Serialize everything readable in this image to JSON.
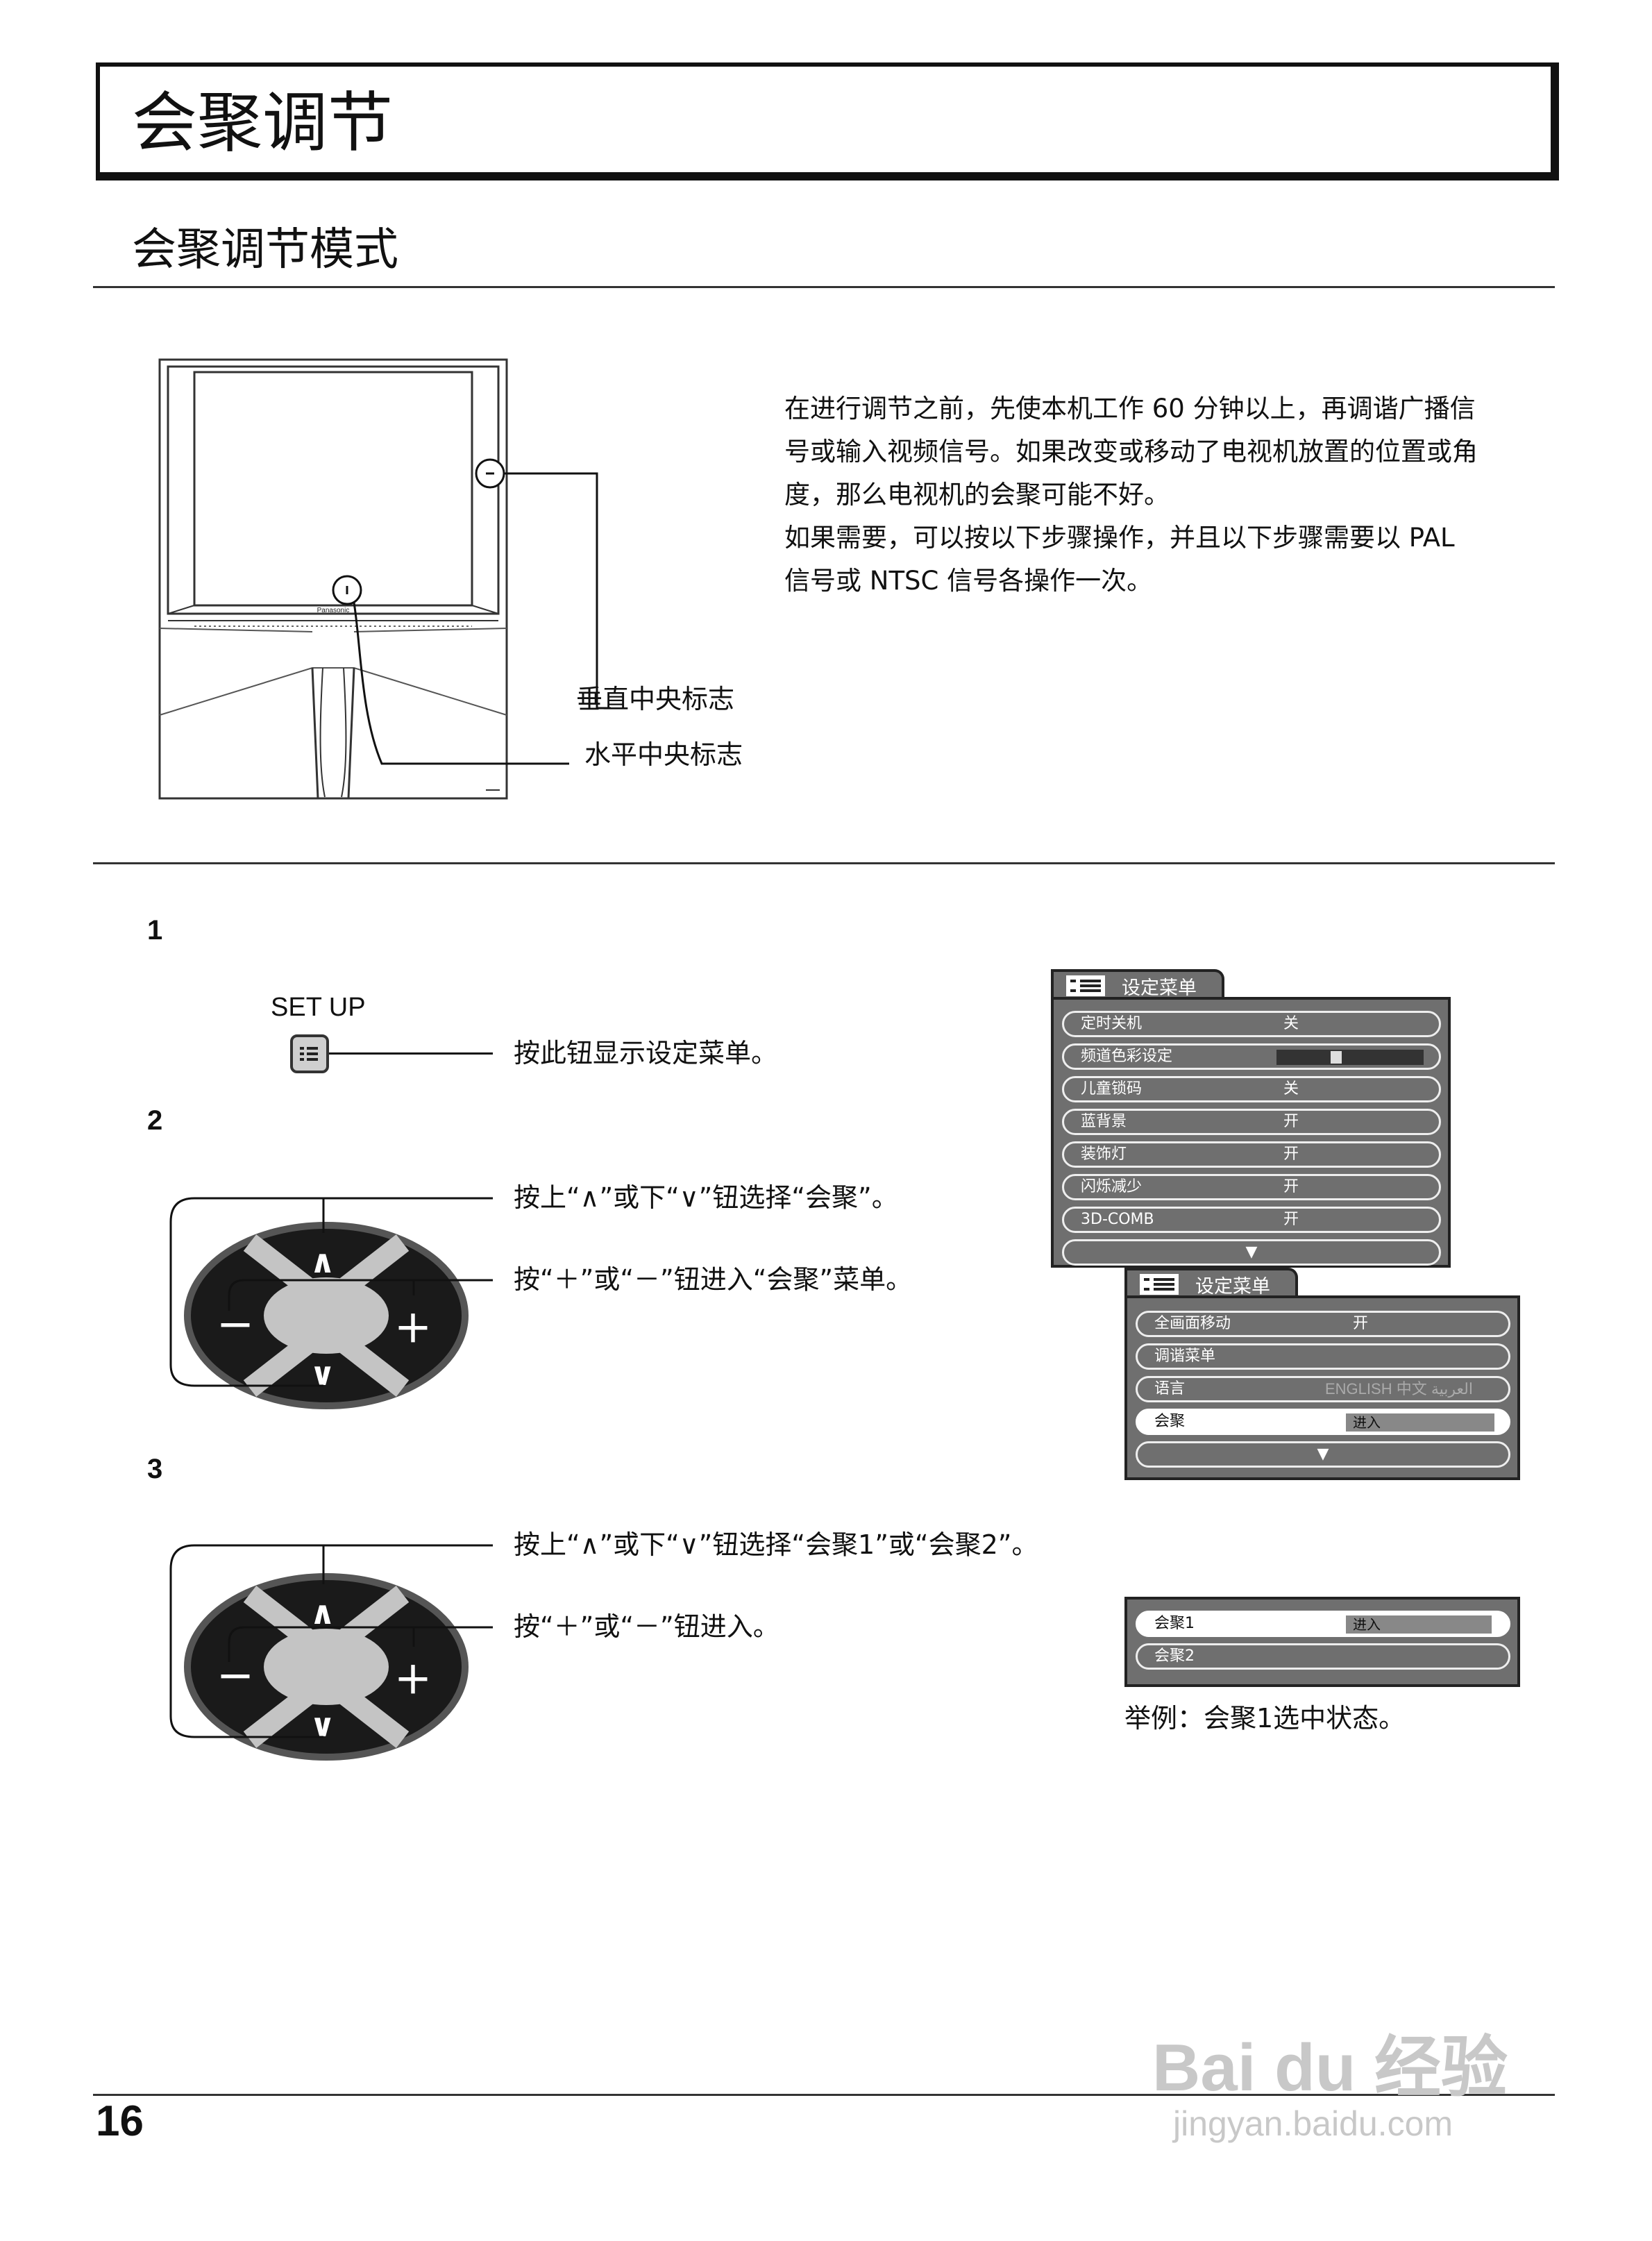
{
  "header": {
    "title": "会聚调节",
    "subtitle": "会聚调节模式"
  },
  "intro": {
    "lines": [
      "在进行调节之前，先使本机工作 60 分钟以上，再调谐广播信",
      "号或输入视频信号。如果改变或移动了电视机放置的位置或角",
      "度，那么电视机的会聚可能不好。",
      "如果需要，可以按以下步骤操作，并且以下步骤需要以 PAL",
      "信号或 NTSC 信号各操作一次。"
    ]
  },
  "tv_figure": {
    "brand": "Panasonic",
    "vertical_mark_label": "垂直中央标志",
    "horizontal_mark_label": "水平中央标志"
  },
  "steps": [
    {
      "number": "1",
      "button_label": "SET UP",
      "instruction": "按此钮显示设定菜单。"
    },
    {
      "number": "2",
      "instruction_updown": "按上“∧”或下“∨”钮选择“会聚”。",
      "instruction_plusminus": "按“＋”或“－”钮进入“会聚”菜单。"
    },
    {
      "number": "3",
      "instruction_updown": "按上“∧”或下“∨”钮选择“会聚1”或“会聚2”。",
      "instruction_plusminus": "按“＋”或“－”钮进入。",
      "caption": "举例：会聚1选中状态。"
    }
  ],
  "remote_symbols": {
    "up": "∧",
    "down": "∨",
    "plus": "＋",
    "minus": "－"
  },
  "menu1": {
    "title": "设定菜单",
    "rows": [
      {
        "label": "定时关机",
        "value": "关"
      },
      {
        "label": "频道色彩设定",
        "value": ""
      },
      {
        "label": "儿童锁码",
        "value": "关"
      },
      {
        "label": "蓝背景",
        "value": "开"
      },
      {
        "label": "装饰灯",
        "value": "开"
      },
      {
        "label": "闪烁减少",
        "value": "开"
      },
      {
        "label": "3D-COMB",
        "value": "开"
      }
    ],
    "more_arrow": "▼",
    "color_setting_level": 0.4
  },
  "menu2": {
    "title": "设定菜单",
    "rows": [
      {
        "label": "全画面移动",
        "value": "开"
      },
      {
        "label": "调谐菜单",
        "value": ""
      },
      {
        "label": "语言",
        "value": "ENGLISH  中文  العربية"
      },
      {
        "label": "会聚",
        "value": "进入"
      }
    ],
    "more_arrow": "▼"
  },
  "menu3": {
    "rows": [
      {
        "label": "会聚1",
        "value": "进入"
      },
      {
        "label": "会聚2",
        "value": ""
      }
    ]
  },
  "footer": {
    "page_number": "16"
  },
  "watermark": {
    "brand": "Bai du 经验",
    "url": "jingyan.baidu.com"
  },
  "colors": {
    "menu_bg": "#6f6f6f",
    "remote_dark": "#1a1a1a",
    "remote_light": "#c4c4c4"
  }
}
